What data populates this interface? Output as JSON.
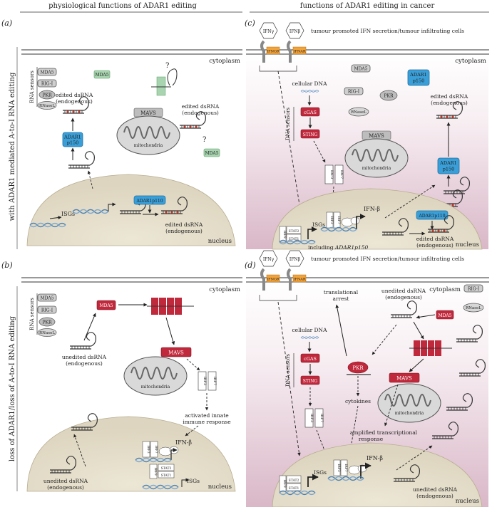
{
  "headers": {
    "left": "physiological functions of ADAR1 editing",
    "right": "functions of ADAR1 editing in cancer"
  },
  "side_labels": {
    "top": "with ADAR1 mediated A-to-I RNA editing",
    "bottom": "loss of ADAR1/loss of A-to-I RNA editing"
  },
  "panel_letters": {
    "a": "(a)",
    "b": "(b)",
    "c": "(c)",
    "d": "(d)"
  },
  "common": {
    "cytoplasm": "cytoplasm",
    "nucleus": "nucleus",
    "mitochondria": "mitochondria",
    "rna_sensors": "RNA sensors",
    "dna_sensors": "DNA sensors",
    "mda5": "MDA5",
    "rigi": "RIG-I",
    "pkr": "PKR",
    "rnasel": "RNaseL",
    "mavs": "MAVS",
    "cgas": "cGAS",
    "sting": "STING",
    "ifngr": "IFNGR",
    "ifnar": "IFNAR",
    "ifng": "IFNγ",
    "ifnb": "IFNβ",
    "irf3": "IRF3",
    "irf7": "IRF7",
    "irf9": "IRF9",
    "stat1": "STAT1",
    "stat2": "STAT2",
    "isgs": "ISGs",
    "ifn_beta": "IFN-β",
    "adar1": "ADAR1",
    "p150": "p150",
    "adar1p110": "ADAR1p110",
    "question": "?",
    "cellular_dna": "cellular DNA"
  },
  "panel_a": {
    "edited_dsrna_endo": "edited dsRNA",
    "endogenous": "(endogenous)",
    "edited_dsrna_endogenous2": "edited dsRNA",
    "edited_dsrna_nucleus": "edited dsRNA"
  },
  "panel_b": {
    "unedited_dsrna": "unedited dsRNA",
    "endogenous": "(endogenous)",
    "activated": "activated innate",
    "immune_response": "immune response"
  },
  "panel_c": {
    "tumour_note": "tumour promoted IFN secretion/tumour infiltrating cells",
    "edited_dsrna": "edited dsRNA",
    "endogenous": "(endogenous)",
    "including": "including ",
    "including_gene": "ADAR1p150"
  },
  "panel_d": {
    "tumour_note": "tumour promoted IFN secretion/tumour infiltrating cells",
    "translational": "translational",
    "arrest": "arrest",
    "unedited_dsrna": "unedited dsRNA",
    "endogenous": "(endogenous)",
    "cytokines": "cytokines",
    "amplified": "amplified transcriptional",
    "response": "response"
  }
}
